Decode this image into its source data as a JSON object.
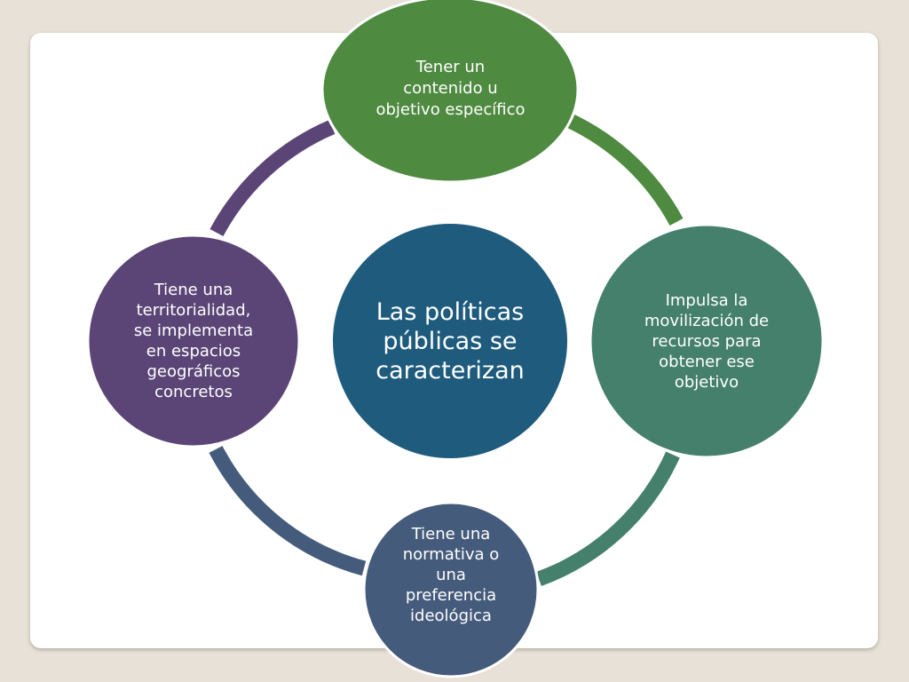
{
  "diagram": {
    "center": {
      "text": "Las políticas\npúblicas se\ncaracterizan",
      "color": "#1e5b7d"
    },
    "nodes": [
      {
        "id": "top",
        "text": "Tener un\ncontenido u\nobjetivo específico",
        "color": "#4f8a41"
      },
      {
        "id": "right",
        "text": "Impulsa la\nmovilización de\nrecursos para\nobtener ese\nobjetivo",
        "color": "#45806d"
      },
      {
        "id": "bottom",
        "text": "Tiene una\nnormativa o\nuna\npreferencia\nideológica",
        "color": "#455b7b"
      },
      {
        "id": "left",
        "text": "Tiene una\nterritorialidad,\nse implementa\nen espacios\ngeográficos\nconcretos",
        "color": "#5b4576"
      }
    ],
    "ring_colors": {
      "top_right": "#4f8a41",
      "right_bottom": "#45806d",
      "bottom_left": "#455b7b",
      "left_top": "#5b4576"
    },
    "background": "#e7e1d7",
    "panel": "#ffffff"
  }
}
